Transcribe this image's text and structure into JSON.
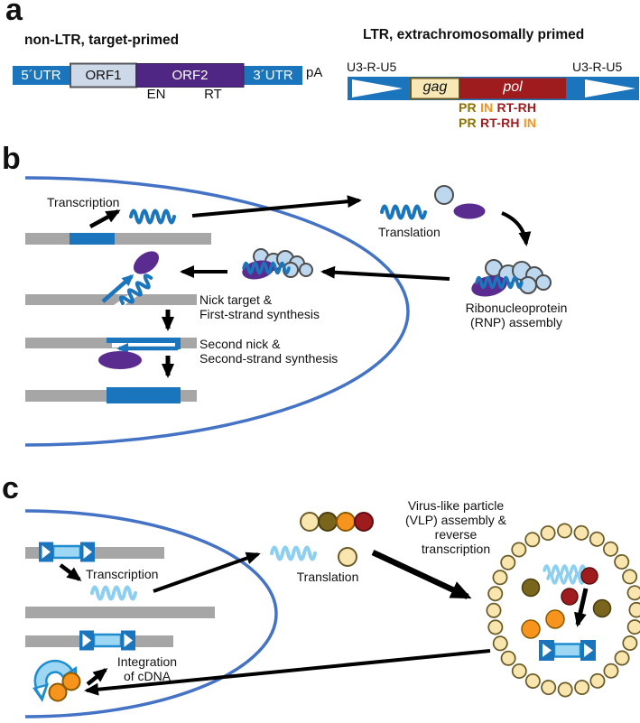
{
  "panel_a": {
    "label": "a",
    "left": {
      "title": "non-LTR, target-primed",
      "utr5": "5´UTR",
      "orf1": "ORF1",
      "orf2": "ORF2",
      "utr3": "3´UTR",
      "pa": "pA",
      "en": "EN",
      "rt": "RT"
    },
    "right": {
      "title": "LTR, extrachromosomally primed",
      "ltr_left_label": "U3-R-U5",
      "ltr_right_label": "U3-R-U5",
      "gag": "gag",
      "pol": "pol",
      "domains_line1": {
        "pr": "PR",
        "in": "IN",
        "rtrh": "RT-RH"
      },
      "domains_line2": {
        "pr": "PR",
        "rtrh": "RT-RH",
        "in": "IN"
      }
    }
  },
  "panel_b": {
    "label": "b",
    "transcription": "Transcription",
    "translation": "Translation",
    "rnp_line1": "Ribonucleoprotein",
    "rnp_line2": "(RNP) assembly",
    "nick_line1": "Nick target &",
    "nick_line2": "First-strand synthesis",
    "second_line1": "Second nick &",
    "second_line2": "Second-strand synthesis"
  },
  "panel_c": {
    "label": "c",
    "transcription": "Transcription",
    "translation": "Translation",
    "vlp_line1": "Virus-like particle",
    "vlp_line2": "(VLP) assembly &",
    "vlp_line3": "reverse",
    "vlp_line4": "transcription",
    "integration_line1": "Integration",
    "integration_line2": "of cDNA"
  },
  "colors": {
    "element_blue": "#1B75BC",
    "orf2_purple": "#4F2683",
    "protein_purple": "#5B2C8F",
    "orf1_fill": "#CDD9E8",
    "light_blue_protein": "#BDD7EE",
    "gray_chromosome": "#A6A6A6",
    "nucleus_blue": "#4472C4",
    "rna_light_blue": "#8CCFF0",
    "ltr_element_fill": "#9ED7F4",
    "ltr_element_border": "#1F8DCD",
    "gag_cream": "#F7E8B5",
    "capsid_cream": "#F9E6AE",
    "olive": "#7A651C",
    "orange": "#F7941E",
    "pol_dark_red": "#9E1B1E"
  }
}
